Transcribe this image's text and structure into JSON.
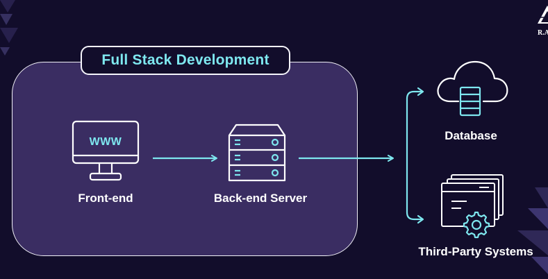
{
  "diagram": {
    "title": "Full Stack Development",
    "nodes": {
      "frontend": {
        "label": "Front-end",
        "screen_text": "WWW"
      },
      "backend": {
        "label": "Back-end Server"
      },
      "database": {
        "label": "Database"
      },
      "third_party": {
        "label": "Third-Party Systems"
      }
    },
    "edges": [
      {
        "from": "Front-end",
        "to": "Back-end Server"
      },
      {
        "from": "Back-end Server",
        "to": "Database"
      },
      {
        "from": "Back-end Server",
        "to": "Third-Party Systems"
      }
    ]
  },
  "colors": {
    "background": "#120d2b",
    "panel": "#3a2d62",
    "accent": "#7ee7ef",
    "stroke": "#ffffff"
  },
  "logo": {
    "text": "R.A"
  }
}
